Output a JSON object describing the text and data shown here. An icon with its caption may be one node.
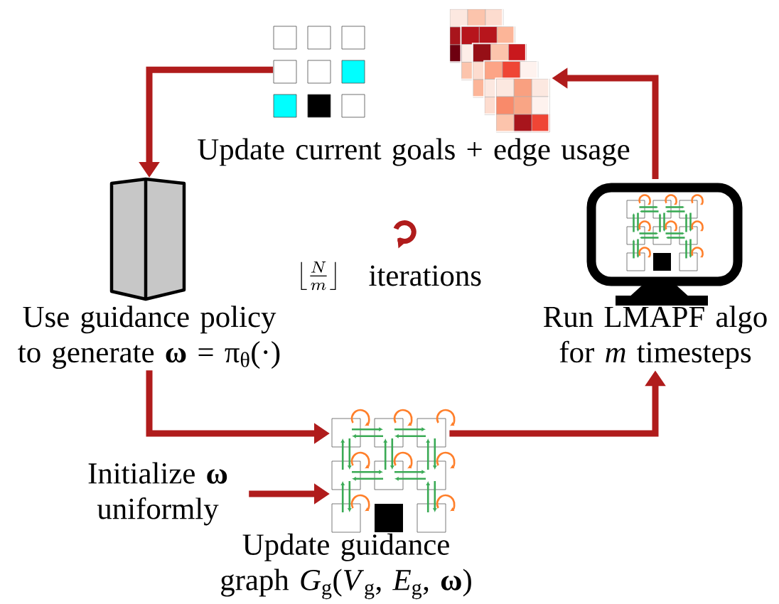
{
  "diagram": {
    "nodes": [
      {
        "text": [],
        "shape": "picture",
        "beside": [
          "Update current goals + edge usage"
        ]
      },
      {
        "text": [
          "Use guidance policy to generate **ω** = π$_{θ}$(·)"
        ]
      },
      {
        "text": [],
        "shape": "picture",
        "beside": [
          "Update guidance graph *G*$_{g}$(*V*$_{g}$, *E*$_{g}$, **ω**)"
        ]
      },
      {
        "text": [
          "Run LMAPF algo for *m* timesteps"
        ]
      },
      {
        "text": [
          "Initialize **ω** uniformly"
        ]
      }
    ],
    "edges": [
      {
        "from": 0,
        "to": 1,
        "arrow": "to"
      },
      {
        "from": 1,
        "to": 2,
        "arrow": "to"
      },
      {
        "from": 2,
        "to": 3,
        "arrow": "to"
      },
      {
        "from": 3,
        "to": 0,
        "arrow": "to"
      },
      {
        "from": 4,
        "to": 2,
        "arrow": "to"
      }
    ],
    "labels": [
      "\\left\\lfloor \\frac{N}{m} \\right\\rfloor",
      "iterations"
    ]
  }
}
